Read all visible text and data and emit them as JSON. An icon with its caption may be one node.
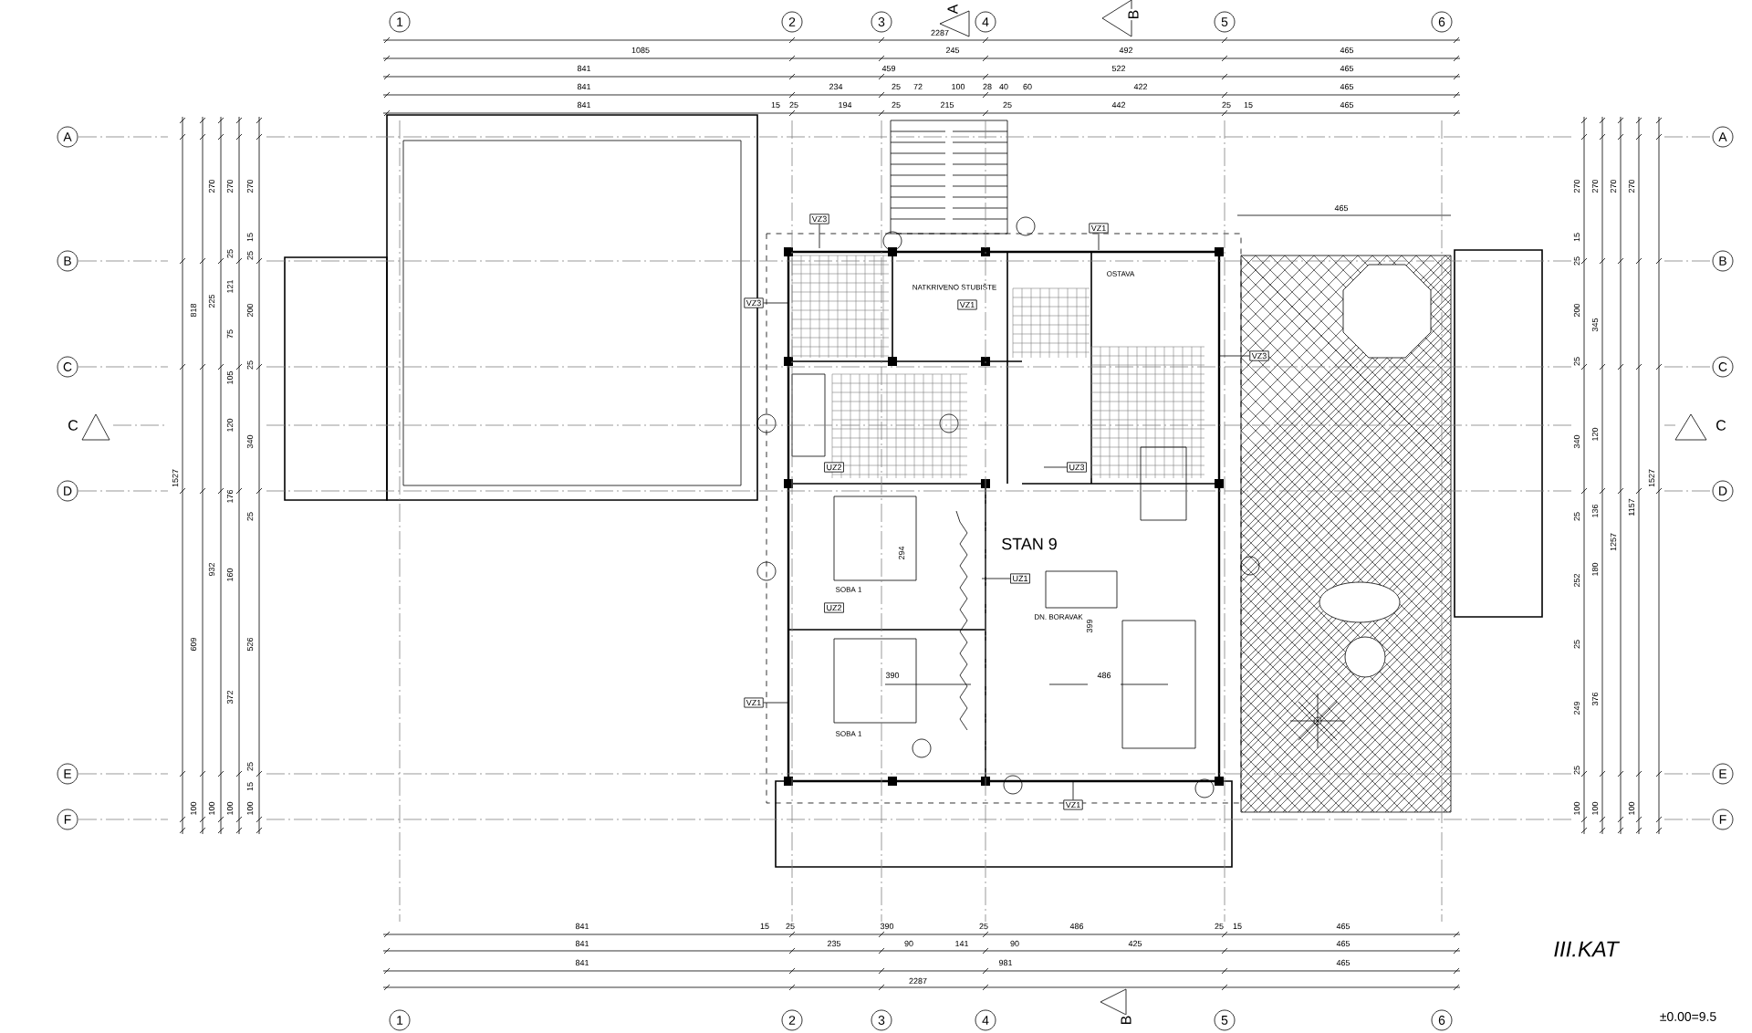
{
  "diagram": {
    "title": "III.KAT",
    "nodes": [
      {
        "text": [
          "1"
        ]
      },
      {
        "text": [
          "2"
        ]
      },
      {
        "text": [
          "3"
        ]
      },
      {
        "text": [
          "4"
        ]
      },
      {
        "text": [
          "5"
        ]
      },
      {
        "text": [
          "6"
        ]
      },
      {
        "text": [
          "A"
        ]
      },
      {
        "text": [
          "B"
        ]
      },
      {
        "text": [
          "C"
        ]
      },
      {
        "text": [
          "D"
        ]
      },
      {
        "text": [
          "E"
        ]
      },
      {
        "text": [
          "F"
        ]
      },
      {
        "text": [
          "A"
        ]
      },
      {
        "text": [
          "B"
        ]
      },
      {
        "text": [
          "C"
        ]
      },
      {
        "text": [
          "D"
        ]
      },
      {
        "text": [
          "E"
        ]
      },
      {
        "text": [
          "F"
        ]
      },
      {
        "text": [
          "VZ3"
        ]
      },
      {
        "text": [
          "VZ3"
        ]
      },
      {
        "text": [
          "VZ1"
        ]
      },
      {
        "text": [
          "VZ1"
        ]
      },
      {
        "text": [
          "UZ2"
        ]
      },
      {
        "text": [
          "UZ3"
        ]
      },
      {
        "text": [
          "UZ1"
        ]
      },
      {
        "text": [
          "UZ2"
        ]
      },
      {
        "text": [
          "VZ1"
        ]
      },
      {
        "text": [
          "VZ1"
        ]
      },
      {
        "text": [
          "VZ3"
        ]
      },
      {
        "text": [
          "1"
        ]
      },
      {
        "text": [
          "2"
        ]
      },
      {
        "text": [
          "3"
        ]
      },
      {
        "text": [
          "4"
        ]
      },
      {
        "text": [
          "5"
        ]
      },
      {
        "text": [
          "6"
        ]
      }
    ],
    "edges": [
      {
        "from": 18,
        "to": null,
        "arrow": "none"
      },
      {
        "from": 19,
        "to": null,
        "arrow": "none"
      },
      {
        "from": 21,
        "to": null,
        "arrow": "none"
      },
      {
        "from": 23,
        "to": null,
        "arrow": "none"
      },
      {
        "from": 24,
        "to": null,
        "arrow": "none"
      },
      {
        "from": 26,
        "to": null,
        "arrow": "none"
      },
      {
        "from": 27,
        "to": null,
        "arrow": "none"
      },
      {
        "from": 28,
        "to": null,
        "arrow": "none"
      }
    ],
    "labels": [
      "2287",
      "A",
      "B",
      "1085",
      "245",
      "492",
      "465",
      "841",
      "459",
      "522",
      "465",
      "841",
      "234",
      "25",
      "72",
      "100",
      "28",
      "40",
      "60",
      "422",
      "465",
      "841",
      "15",
      "25",
      "194",
      "25",
      "215",
      "25",
      "442",
      "25",
      "15",
      "465",
      "C",
      "C",
      "1527",
      "818",
      "609",
      "100",
      "270",
      "225",
      "932",
      "100",
      "270",
      "25",
      "121",
      "75",
      "105",
      "120",
      "176",
      "160",
      "372",
      "100",
      "270",
      "15",
      "25",
      "200",
      "25",
      "340",
      "25",
      "526",
      "25",
      "15",
      "100",
      "270",
      "15",
      "25",
      "200",
      "25",
      "340",
      "25",
      "252",
      "25",
      "249",
      "25",
      "100",
      "270",
      "345",
      "120",
      "136",
      "180",
      "376",
      "100",
      "270",
      "1257",
      "270",
      "1157",
      "100",
      "1527",
      "465",
      "NATKRIVENO STUBIŠTE",
      "OSTAVA",
      "STAN 9",
      "294",
      "SOBA 1",
      "DN. BORAVAK",
      "399",
      "390",
      "486",
      "SOBA 1",
      "841",
      "15",
      "25",
      "390",
      "25",
      "486",
      "25",
      "15",
      "465",
      "841",
      "235",
      "90",
      "141",
      "90",
      "425",
      "465",
      "841",
      "981",
      "465",
      "2287",
      "B",
      "±0.00=9.5"
    ]
  }
}
